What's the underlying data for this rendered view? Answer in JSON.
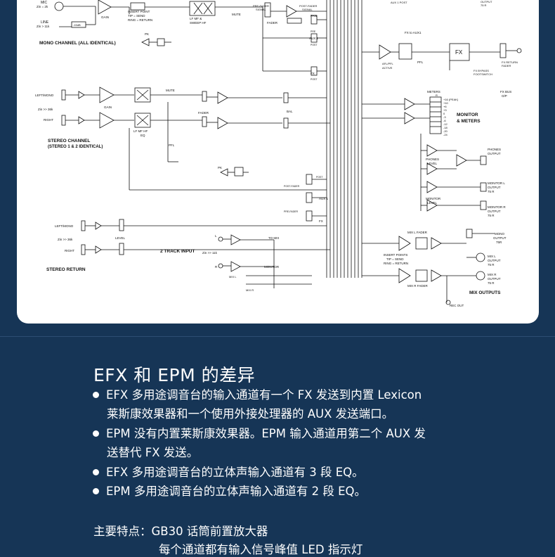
{
  "diagram": {
    "labels": {
      "mic": "MIC",
      "mic_z": "Zin = 2k",
      "line": "LINE",
      "line_z": "Zin > 11k",
      "pad": "-15dB",
      "gain": "GAIN",
      "insert": "INSERT POINT",
      "insert2": "TIP = SEND",
      "insert3": "RING = RETURN",
      "lf_mf": "LF   MF &",
      "sweep": "SWEEP  HF",
      "mute": "MUTE",
      "prefader": "PRE-FADER",
      "signal": "SIGNAL",
      "fader": "FADER",
      "postfader": "POST-FADER",
      "signal2": "SIGNAL",
      "pan": "PAN",
      "aux1": "AUX 1",
      "pre": "PRE",
      "post": "POST",
      "fx": "FX",
      "post2": "POST",
      "mono_channel": "MONO CHANNEL (ALL IDENTICAL)",
      "pk": "PK",
      "fx_to_aux1": "FX to AUX1",
      "fx_box": "FX",
      "fx_return": "FX RETURN",
      "fader2": "FADER",
      "fx_bypass": "FX BYPASS",
      "footswitch": "FOOTSWITCH",
      "afl_pfl": "AFL/PFL",
      "active": "ACTIVE",
      "pfl": "PFL",
      "fx_bus": "FX BUS",
      "o_p": "O/P",
      "aux1_post": "AUX 1 POST",
      "output_75r": "OUTPUT",
      "r75": "75 R",
      "left_mono": "LEFT/MONO",
      "zin36": "Zin >> 36k",
      "right": "RIGHT",
      "lf_mf_hf": "LF  MF  HF",
      "eq": "EQ",
      "bal": "BAL",
      "stereo_channel": "STEREO CHANNEL",
      "stereo_ident": "(STEREO 1 & 2 IDENTICAL)",
      "pfl2": "PFL",
      "meters": "METERS",
      "meter_r": "R",
      "m_peak": "+16 (PEAK)",
      "m10": "+10",
      "m6": "+6",
      "m3": "+3",
      "m0": "0",
      "m3n": "-3",
      "m6n": "-6",
      "m12": "-12",
      "m18": "-18",
      "m20": "-20",
      "m24": "-24",
      "monitor_meters": "MONITOR",
      "monitor_meters2": "& METERS",
      "phones_output": "PHONES",
      "phones_output2": "OUTPUT",
      "phones_level": "PHONES",
      "phones_level2": "LEVEL",
      "monitor_l": "MONITOR L",
      "monitor_r": "MONITOR R",
      "monitor_level": "MONITOR",
      "monitor_level2": "LEVEL",
      "left_mono2": "LEFT/MONO",
      "zin36b": "Zin >> 36k",
      "right2": "RIGHT",
      "level": "LEVEL",
      "stereo_return": "STEREO RETURN",
      "two_track": "2 TRACK INPUT",
      "zin11": "Zin >> 11k",
      "to_mix": "TO MIX",
      "monitor": "MONITOR",
      "mixl": "MIX L",
      "mixr": "MIX R",
      "mix_l_fader": "MIX L FADER",
      "mix_r_fader": "MIX R FADER",
      "insert_points": "INSERT POINTS",
      "tip_send": "TIP = SEND",
      "ring_return": "RING = RETURN",
      "mono_output": "MONO",
      "mono_output2": "OUTPUT",
      "mono_75": "75R",
      "mixl_output": "MIX L",
      "mixr_output": "MIX R",
      "mix_outputs": "MIX OUTPUTS",
      "rec_out": "REC OUT",
      "l": "L",
      "r": "R"
    }
  },
  "section": {
    "title": "EFX 和  EPM 的差异",
    "bullets": [
      {
        "line1": "EFX 多用途调音台的输入通道有一个  FX 发送到内置  Lexicon",
        "line2": "莱斯康效果器和一个使用外接处理器的  AUX 发送端口。"
      },
      {
        "line1": "EPM 没有内置莱斯康效果器。EPM 输入通道用第二个  AUX 发",
        "line2": "送替代  FX 发送。"
      },
      {
        "line1": "EFX 多用途调音台的立体声输入通道有  3 段  EQ。",
        "line2": ""
      },
      {
        "line1": "EPM 多用途调音台的立体声输入通道有  2 段  EQ。",
        "line2": ""
      }
    ],
    "features_label": "主要特点：GB30 话筒前置放大器",
    "features_line2": "每个通道都有输入信号峰值 LED 指示灯"
  }
}
